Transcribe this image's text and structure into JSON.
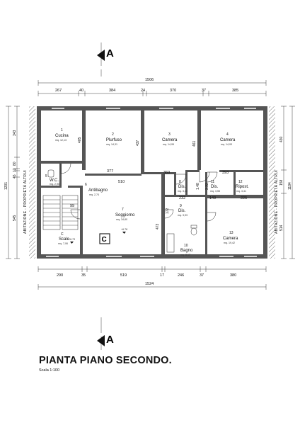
{
  "title": "PIANTA PIANO SECONDO.",
  "scale": "Scala 1:100",
  "section_marker": "A",
  "stair_marker": "C",
  "side_labels": {
    "left": "ABITAZIONE - PROPRIETÀ ALTRUI",
    "right": "ABITAZIONE - PROPRIETÀ ALTRUI"
  },
  "dims": {
    "top_total": "1506",
    "top_segments": [
      "267",
      "40",
      "384",
      "24",
      "370",
      "37",
      "385"
    ],
    "bottom_segments": [
      "290",
      "35",
      "519",
      "17",
      "246",
      "37",
      "380"
    ],
    "bottom_total": "1524",
    "left_outer": "1201",
    "left_segments": [
      "343",
      "80",
      "12",
      "45",
      "545"
    ],
    "right_outer": "1194",
    "right_segments": [
      "430",
      "158",
      "514"
    ]
  },
  "interior_dims": [
    "405",
    "437",
    "461",
    "377",
    "510",
    "369",
    "393",
    "232",
    "149",
    "225",
    "99",
    "172",
    "473",
    "1.48",
    "3.32"
  ],
  "rooms": [
    {
      "num": "1",
      "name": "Cucina",
      "area": "mq. 12,13"
    },
    {
      "num": "2",
      "name": "Plurfuso",
      "area": "mq. 14,31"
    },
    {
      "num": "3",
      "name": "Camera",
      "area": "mq. 14,95"
    },
    {
      "num": "4",
      "name": "Camera",
      "area": "mq. 14,93"
    },
    {
      "num": "5",
      "name": "W.C.",
      "area": "mq. 2,90"
    },
    {
      "num": "6",
      "name": "Antibagno",
      "area": "mq. 2,74"
    },
    {
      "num": "7",
      "name": "Soggiorno",
      "area": "mq. 34,80"
    },
    {
      "num": "8",
      "name": "Dis.",
      "area": "mq. 3,44"
    },
    {
      "num": "11",
      "name": "Dis.",
      "area": "mq. 3,55"
    },
    {
      "num": "12",
      "name": "Ripost.",
      "area": "mq. 3,41"
    },
    {
      "num": "9",
      "name": "Dis.",
      "area": "mq. 3,93"
    },
    {
      "num": "10",
      "name": "Bagno",
      "area": "mq. 8,17"
    },
    {
      "num": "13",
      "name": "Camera",
      "area": "mq. 19,42"
    },
    {
      "num": "C",
      "name": "Scale",
      "area": "mq. 7,06"
    }
  ],
  "levels": [
    "+6.78",
    "+6.73"
  ]
}
